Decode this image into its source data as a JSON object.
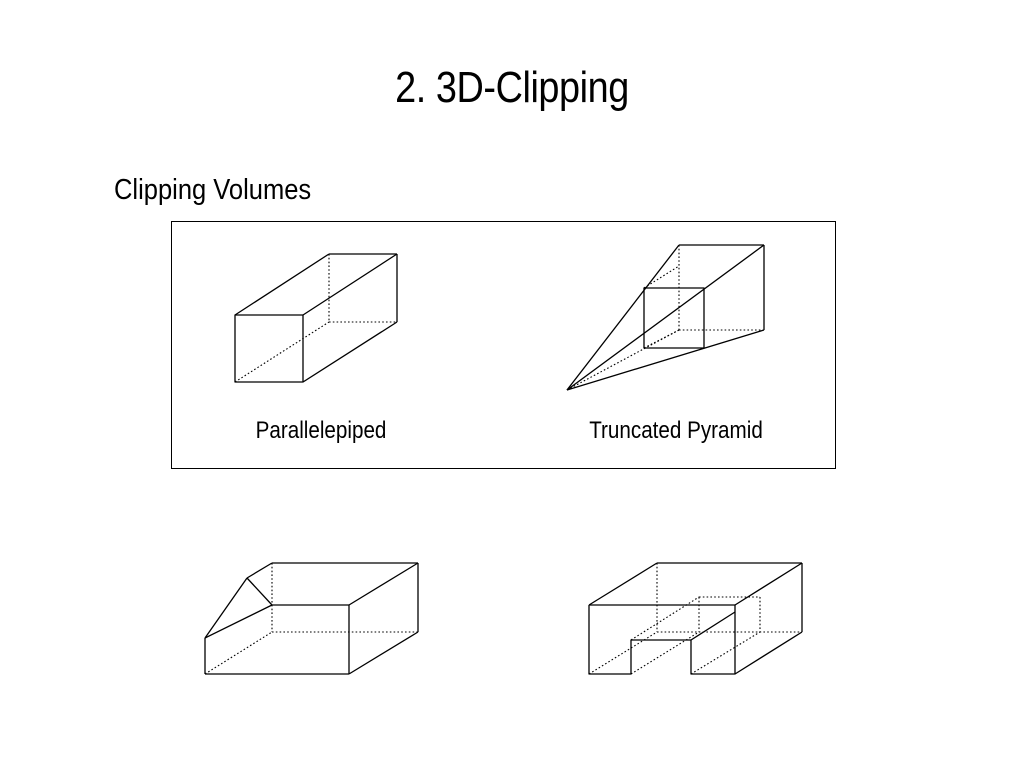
{
  "slide": {
    "title": "2. 3D-Clipping",
    "section_heading": "Clipping Volumes"
  },
  "figure": {
    "captions": {
      "parallelepiped": "Parallelepiped",
      "truncated_pyramid": "Truncated Pyramid"
    }
  }
}
